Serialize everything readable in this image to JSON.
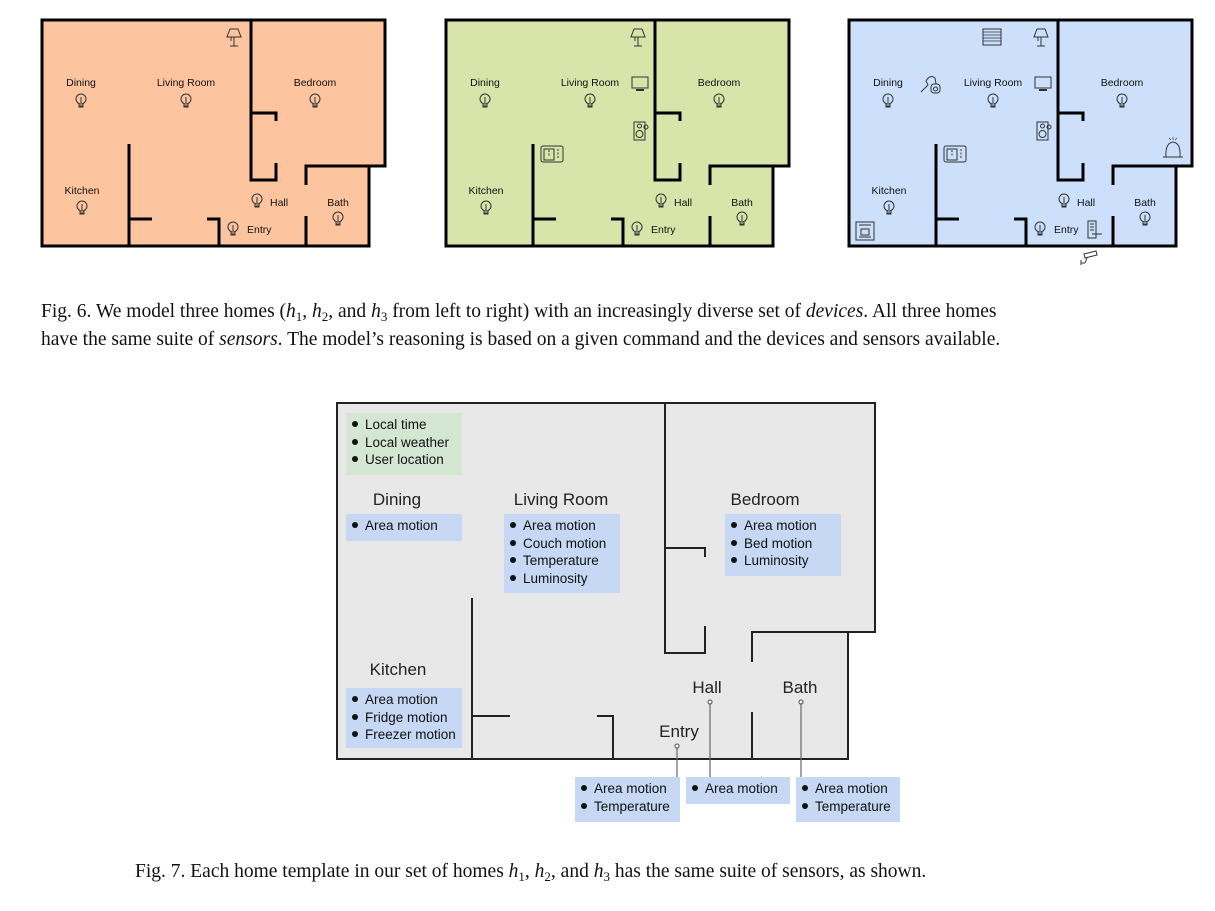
{
  "fig6": {
    "homes": [
      {
        "id": "h1",
        "fill": "#fdc4a0",
        "devices": [
          "lamp"
        ]
      },
      {
        "id": "h2",
        "fill": "#d8e4aa",
        "devices": [
          "lamp",
          "tv",
          "speaker",
          "thermostat"
        ]
      },
      {
        "id": "h3",
        "fill": "#cde0fb",
        "devices": [
          "blinds",
          "lamp",
          "vacuum",
          "tv",
          "speaker",
          "thermostat",
          "humidifier",
          "coffee-machine",
          "smart-lock",
          "security-camera"
        ]
      }
    ],
    "rooms": {
      "dining": "Dining",
      "living": "Living Room",
      "bedroom": "Bedroom",
      "kitchen": "Kitchen",
      "hall": "Hall",
      "bath": "Bath",
      "entry": "Entry"
    },
    "light_icon": "light-bulb",
    "caption_line1": [
      {
        "t": "Fig. 6.  We model three homes ("
      },
      {
        "t": "h",
        "i": true
      },
      {
        "sub": "1"
      },
      {
        "t": ", "
      },
      {
        "t": "h",
        "i": true
      },
      {
        "sub": "2"
      },
      {
        "t": ", and "
      },
      {
        "t": "h",
        "i": true
      },
      {
        "sub": "3"
      },
      {
        "t": " from left to right) with an increasingly diverse set of "
      },
      {
        "t": "devices",
        "i": true
      },
      {
        "t": ". All three homes"
      }
    ],
    "caption_line2": [
      {
        "t": "have the same suite of "
      },
      {
        "t": "sensors",
        "i": true
      },
      {
        "t": ". The model’s reasoning is based on a given command and the devices and sensors available."
      }
    ]
  },
  "fig7": {
    "global_sensors": [
      "Local time",
      "Local weather",
      "User location"
    ],
    "rooms": {
      "dining": {
        "name": "Dining",
        "sensors": [
          "Area motion"
        ]
      },
      "living": {
        "name": "Living Room",
        "sensors": [
          "Area motion",
          "Couch motion",
          "Temperature",
          "Luminosity"
        ]
      },
      "bedroom": {
        "name": "Bedroom",
        "sensors": [
          "Area motion",
          "Bed motion",
          "Luminosity"
        ]
      },
      "kitchen": {
        "name": "Kitchen",
        "sensors": [
          "Area motion",
          "Fridge motion",
          "Freezer motion"
        ]
      },
      "entry": {
        "name": "Entry",
        "sensors": [
          "Area motion",
          "Temperature"
        ]
      },
      "hall": {
        "name": "Hall",
        "sensors": [
          "Area motion"
        ]
      },
      "bath": {
        "name": "Bath",
        "sensors": [
          "Area motion",
          "Temperature"
        ]
      }
    },
    "colors": {
      "floor": "#e8e8e8",
      "global_box": "#d4e7d3",
      "room_box": "#c6d8f4"
    },
    "caption": [
      {
        "t": "Fig. 7.  Each home template in our set of homes "
      },
      {
        "t": "h",
        "i": true
      },
      {
        "sub": "1"
      },
      {
        "t": ", "
      },
      {
        "t": "h",
        "i": true
      },
      {
        "sub": "2"
      },
      {
        "t": ", and "
      },
      {
        "t": "h",
        "i": true
      },
      {
        "sub": "3"
      },
      {
        "t": " has the same suite of sensors, as shown."
      }
    ]
  }
}
